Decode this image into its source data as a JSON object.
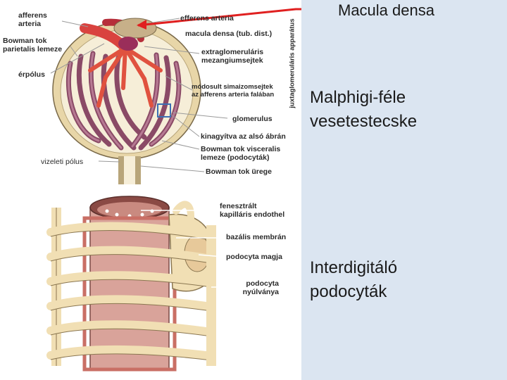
{
  "slide": {
    "callout_title": "Macula densa",
    "heading_1": "Malphigi-féle\nvesetestecske",
    "heading_2": "Interdigitáló\npodocyták"
  },
  "figure": {
    "top_labels": {
      "afferens_arteria": "afferens\narteria",
      "bowman_tok_parietalis": "Bowman tok\nparietalis lemeze",
      "erpolus": "érpólus",
      "vizeleti_polus": "vizeleti pólus",
      "efferens_arteria": "efferens arteria",
      "macula_densa": "macula densa (tub. dist.)",
      "extraglomerularis": "extraglomeruláris\nmezangiumsejtek",
      "modosult_simaizom": "módosult simaizomsejtek\naz afferens arteria falában",
      "glomerulus": "glomerulus",
      "kinagyitva": "kinagyítva az alsó ábrán",
      "bowman_visceralis": "Bowman tok visceralis\nlemeze (podocyták)",
      "bowman_ureg": "Bowman tok ürege",
      "juxtaglomerularis": "juxtaglomeruláris apparátus"
    },
    "bottom_labels": {
      "fenesztralt": "fenesztrált\nkapilláris endothel",
      "bazalis_membran": "bazális membrán",
      "podocyta_magja": "podocyta magja",
      "podocyta_nyulvanya": "podocyta\nnyúlványa"
    },
    "colors": {
      "arteria_red": "#d9433f",
      "capsule_tan": "#e8d6a8",
      "glomerulus_purple": "#8a4a66",
      "podocyte_cream": "#f1dfb4",
      "endothel_pink": "#d9a39a",
      "callout_line": "#e02020",
      "slide_bg": "#dbe5f1"
    }
  }
}
